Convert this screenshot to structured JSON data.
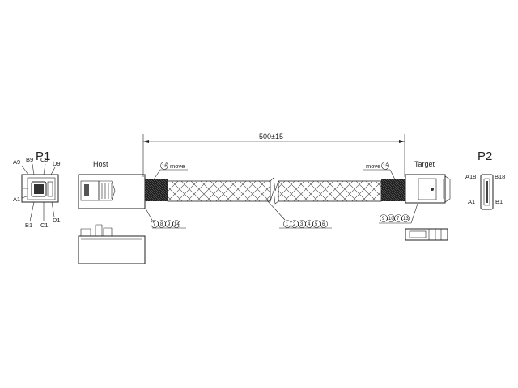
{
  "p1": {
    "title": "P1",
    "pins": {
      "a9": "A9",
      "b9": "B9",
      "c9": "C9",
      "d9": "D9",
      "a1": "A1",
      "b1": "B1",
      "c1": "C1",
      "d1": "D1"
    }
  },
  "p2": {
    "title": "P2",
    "pins": {
      "a18": "A18",
      "b18": "B18",
      "a1": "A1",
      "b1": "B1"
    }
  },
  "host": {
    "label": "Host"
  },
  "target": {
    "label": "Target"
  },
  "length": {
    "label": "500±15"
  },
  "callouts": {
    "left_move_num": "16",
    "left_move_text": "move",
    "right_move_num": "15",
    "right_move_text": "move",
    "host_parts": [
      "7",
      "8",
      "9",
      "14"
    ],
    "cable_parts": [
      "1",
      "2",
      "3",
      "4",
      "5",
      "6"
    ],
    "target_parts": [
      "9",
      "10",
      "7",
      "13"
    ]
  }
}
